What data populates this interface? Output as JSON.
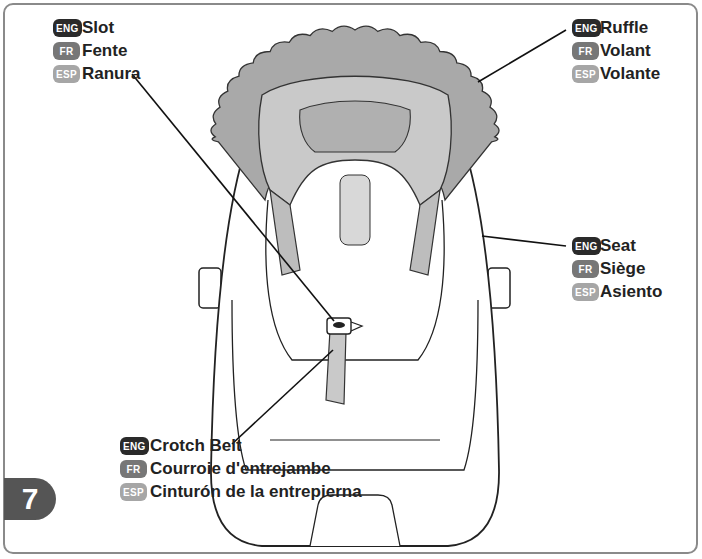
{
  "diagram": {
    "nodes": [
      {
        "text": [
          "ENG"
        ]
      },
      {
        "text": [
          "FR"
        ]
      },
      {
        "text": [
          "ESP"
        ]
      },
      {
        "text": [
          "ENG"
        ]
      },
      {
        "text": [
          "FR"
        ]
      },
      {
        "text": [
          "ESP"
        ]
      },
      {
        "text": [
          "ENG"
        ]
      },
      {
        "text": [
          "FR"
        ]
      },
      {
        "text": [
          "ESP"
        ]
      },
      {
        "text": [
          "ENG"
        ]
      },
      {
        "text": [
          "FR"
        ]
      },
      {
        "text": [
          "ESP"
        ]
      },
      {
        "text": [
          "7"
        ]
      }
    ],
    "labels": [
      "Slot",
      "Fente",
      "Ranura",
      "Ruffle",
      "Volant",
      "Volante",
      "Seat",
      "Siège",
      "Asiento",
      "Crotch Belt",
      "Courroie d'entrejambe",
      "Cinturón de la entrepierna"
    ]
  }
}
